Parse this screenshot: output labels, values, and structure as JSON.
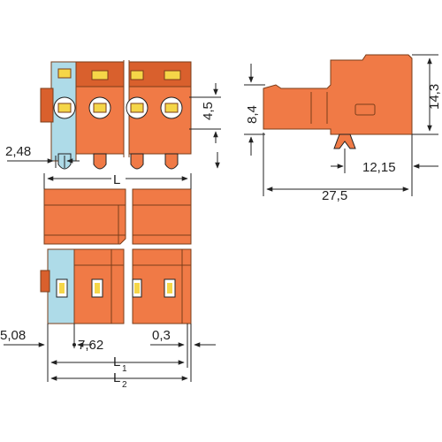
{
  "colors": {
    "body": "#f07a46",
    "body_shade": "#d9602d",
    "end_plate": "#aedbe8",
    "latch": "#f5d648",
    "line": "#222222"
  },
  "dimensions": {
    "end_offset": "2,48",
    "screw_height": "4,5",
    "body_height": "8,4",
    "total_height": "14,3",
    "pin_depth": "12,15",
    "total_depth": "27,5",
    "length": "L",
    "pitch_end": "5,08",
    "pitch": "7,62",
    "offset": "0,3",
    "length_1": "L",
    "length_1_sub": "1",
    "length_2": "L",
    "length_2_sub": "2"
  }
}
